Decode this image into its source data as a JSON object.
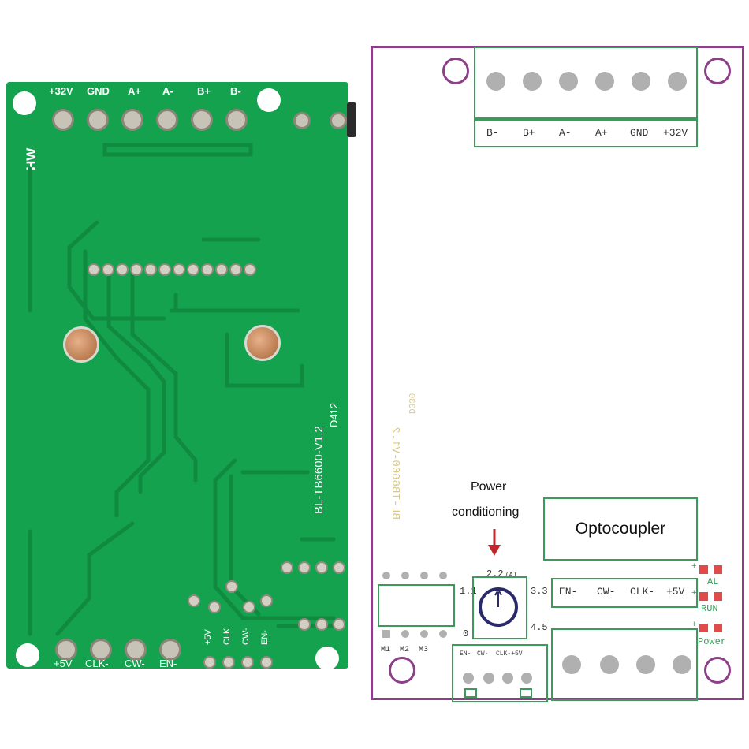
{
  "pcb": {
    "top_labels": [
      "+32V",
      "GND",
      "A+",
      "A-",
      "B+",
      "B-"
    ],
    "side_mark": "HW",
    "model_line1": "BL-TB6600-V1.2",
    "model_line2": "D412",
    "bottom_labels": [
      "+5V",
      "CLK-",
      "CW-",
      "EN-"
    ],
    "small_labels": [
      "+5V",
      "CLK",
      "CW-",
      "EN-"
    ]
  },
  "diagram": {
    "top_labels": [
      "B-",
      "B+",
      "A-",
      "A+",
      "GND",
      "+32V"
    ],
    "model_mirrored": "BL-TB6600-V1.2",
    "model_mirrored2": "D330",
    "annotation_power": "Power",
    "annotation_conditioning": "conditioning",
    "optocoupler": "Optocoupler",
    "dial_values": {
      "top": "2.2",
      "tl": "1.1",
      "tr": "3.3",
      "bl": "0",
      "br": "4.5"
    },
    "unit": "(A)",
    "bottom_labels": [
      "EN-",
      "CW-",
      "CLK-",
      "+5V"
    ],
    "small_bottom_labels": [
      "EN-",
      "CW-",
      "CLK-+5V"
    ],
    "m_labels": [
      "M1",
      "M2",
      "M3"
    ],
    "status_labels": [
      "AL",
      "RUN",
      "Power"
    ],
    "plus": "+",
    "colors": {
      "outline": "#8e3f8a",
      "box": "#3c9b5a",
      "pcb": "#15a24f",
      "led": "#e24a4a",
      "arrow": "#c1272d"
    }
  }
}
